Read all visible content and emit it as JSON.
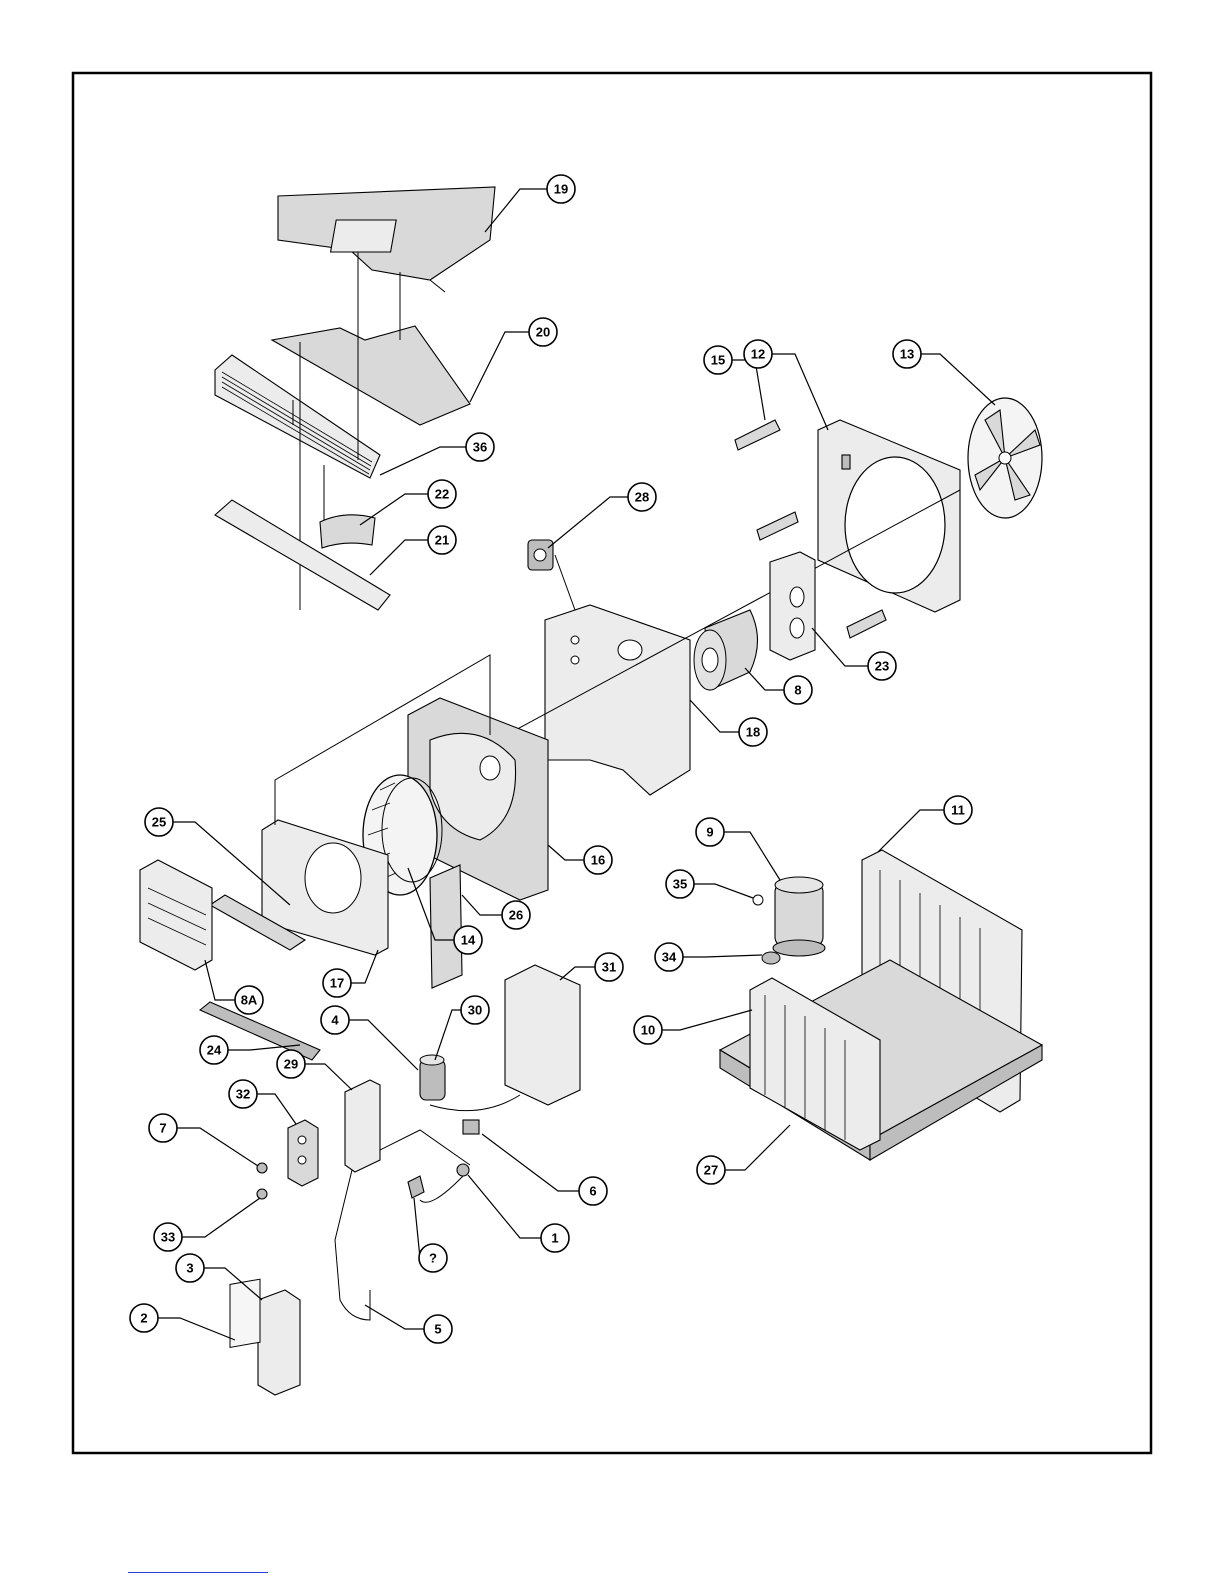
{
  "diagram": {
    "title": "",
    "callouts": [
      {
        "label": "19"
      },
      {
        "label": "20"
      },
      {
        "label": "36"
      },
      {
        "label": "22"
      },
      {
        "label": "21"
      },
      {
        "label": "28"
      },
      {
        "label": "15"
      },
      {
        "label": "12"
      },
      {
        "label": "13"
      },
      {
        "label": "8"
      },
      {
        "label": "23"
      },
      {
        "label": "18"
      },
      {
        "label": "16"
      },
      {
        "label": "25"
      },
      {
        "label": "14"
      },
      {
        "label": "26"
      },
      {
        "label": "17"
      },
      {
        "label": "8A"
      },
      {
        "label": "24"
      },
      {
        "label": "9"
      },
      {
        "label": "11"
      },
      {
        "label": "35"
      },
      {
        "label": "34"
      },
      {
        "label": "10"
      },
      {
        "label": "27"
      },
      {
        "label": "31"
      },
      {
        "label": "30"
      },
      {
        "label": "4"
      },
      {
        "label": "29"
      },
      {
        "label": "32"
      },
      {
        "label": "7"
      },
      {
        "label": "6"
      },
      {
        "label": "33"
      },
      {
        "label": "1"
      },
      {
        "label": "?"
      },
      {
        "label": "3"
      },
      {
        "label": "2"
      },
      {
        "label": "5"
      }
    ]
  }
}
